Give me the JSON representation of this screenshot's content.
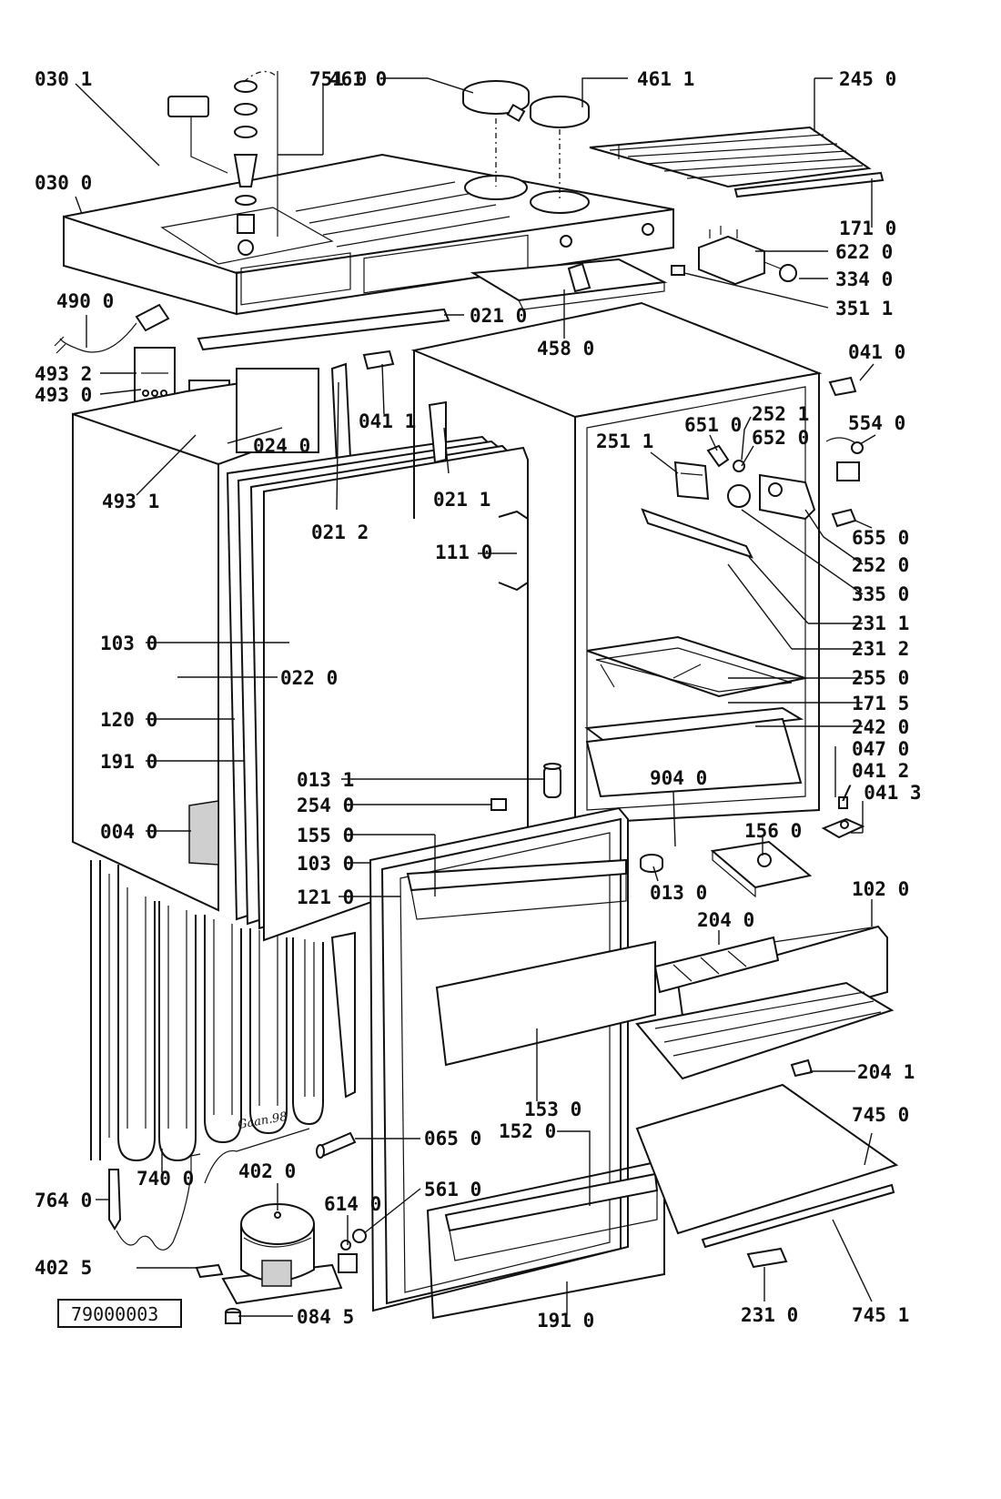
{
  "diagram": {
    "reference": "79000003",
    "drawing_signature": "Gaan.98",
    "labels": {
      "p0301": "030 1",
      "p7510": "751 0",
      "p4610": "461 0",
      "p4611": "461 1",
      "p2450": "245 0",
      "p0300": "030 0",
      "p1710": "171 0",
      "p6220": "622 0",
      "p3340": "334 0",
      "p4900": "490 0",
      "p0210": "021 0",
      "p3511": "351 1",
      "p4580": "458 0",
      "p0410": "041 0",
      "p4932": "493 2",
      "p4930": "493 0",
      "p0411": "041 1",
      "p0240": "024 0",
      "p2511": "251 1",
      "p6510": "651 0",
      "p2521": "252 1",
      "p6520": "652 0",
      "p5540": "554 0",
      "p4931": "493 1",
      "p0211": "021 1",
      "p0212": "021 2",
      "p1110": "111 0",
      "p6550": "655 0",
      "p2520": "252 0",
      "p3350": "335 0",
      "p2311": "231 1",
      "p1030a": "103 0",
      "p2312": "231 2",
      "p0220": "022 0",
      "p2550": "255 0",
      "p1715": "171 5",
      "p1200": "120 0",
      "p2420": "242 0",
      "p0470": "047 0",
      "p1910a": "191 0",
      "p0412": "041 2",
      "p0131": "013 1",
      "p9040": "904 0",
      "p0413": "/ 041 3",
      "p2540": "254 0",
      "p0040": "004 0",
      "p1550": "155 0",
      "p1560": "156 0",
      "p1030b": "103 0",
      "p0130": "013 0",
      "p1210": "121 0",
      "p1020": "102 0",
      "p2040": "204 0",
      "p2041": "204 1",
      "p1530": "153 0",
      "p1520": "152 0",
      "p7450": "745 0",
      "p0650": "065 0",
      "p7400": "740 0",
      "p4020": "402 0",
      "p7640": "764 0",
      "p6140": "614 0",
      "p5610": "561 0",
      "p4025": "402 5",
      "p0845": "084 5",
      "p1910b": "191 0",
      "p2310": "231 0",
      "p7451": "745 1"
    }
  }
}
